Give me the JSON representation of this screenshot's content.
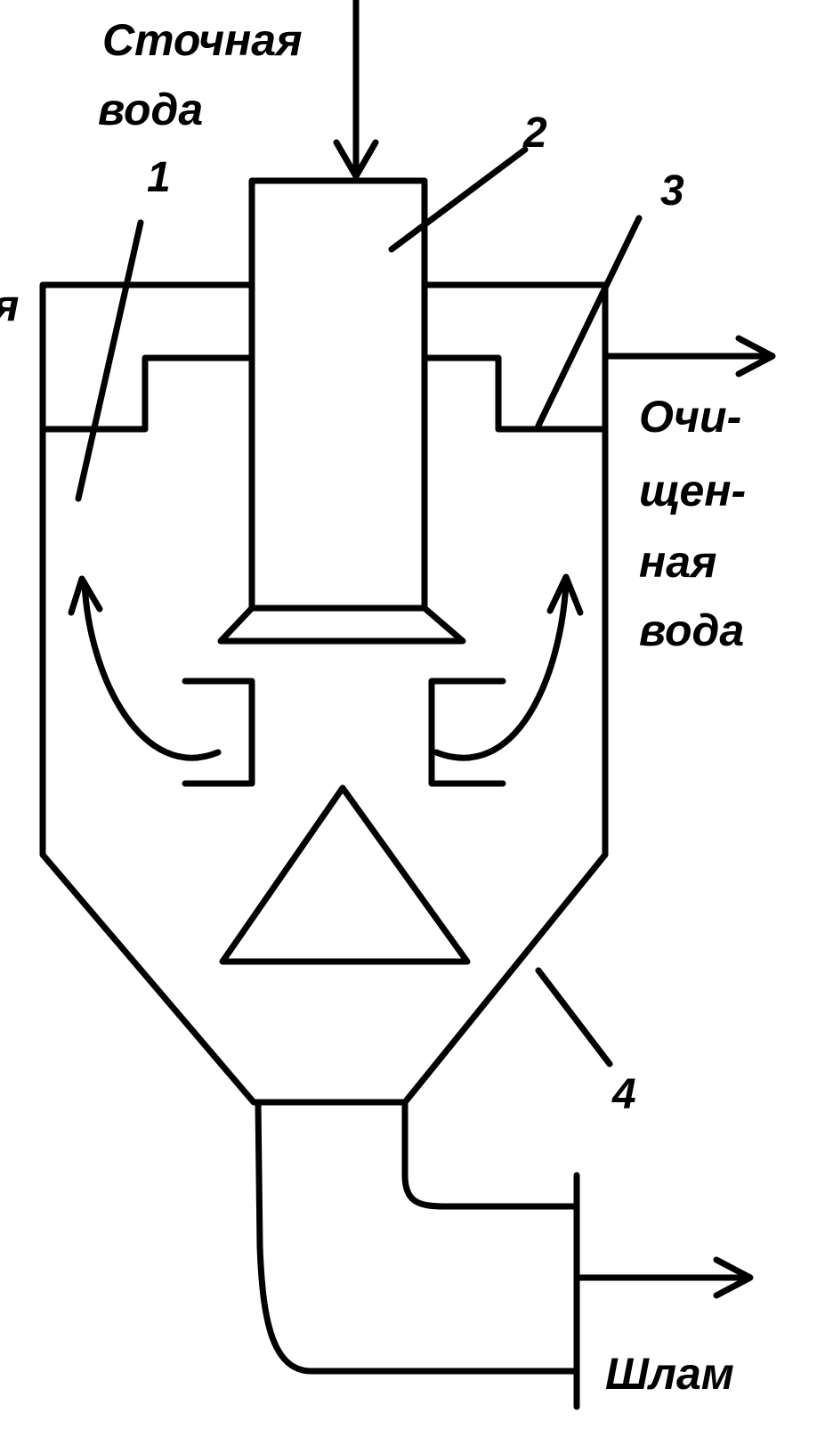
{
  "labels": {
    "inlet_line1": "Сточная",
    "inlet_line2": "вода",
    "outlet_line1": "Очи-",
    "outlet_line2": "щен-",
    "outlet_line3": "ная",
    "outlet_line4": "вода",
    "sludge": "Шлам",
    "left_edge_fragment": "я"
  },
  "callouts": {
    "c1": "1",
    "c2": "2",
    "c3": "3",
    "c4": "4"
  },
  "colors": {
    "ink": "#000000",
    "background": "#ffffff"
  }
}
